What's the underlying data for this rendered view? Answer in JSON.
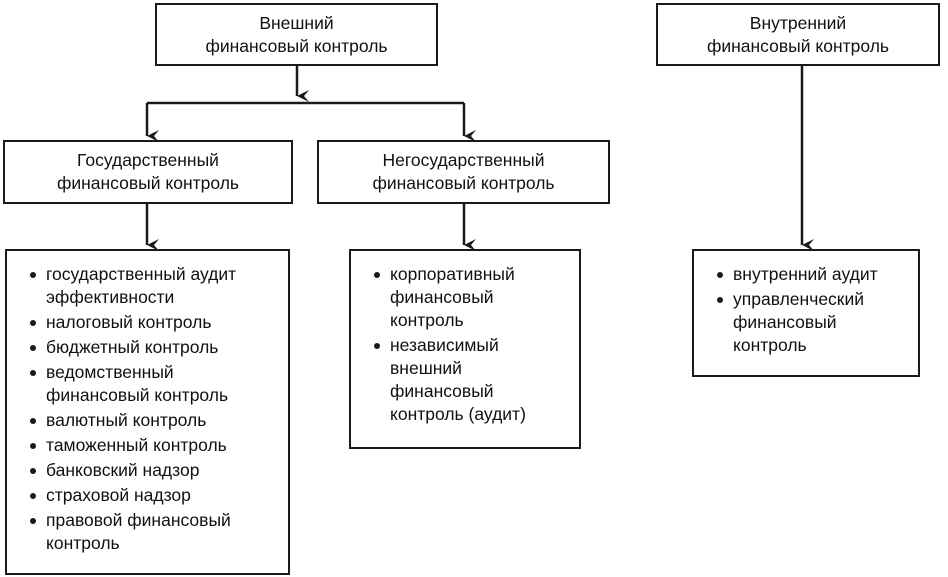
{
  "external": {
    "line1": "Внешний",
    "line2": "финансовый контроль"
  },
  "internal": {
    "line1": "Внутренний",
    "line2": "финансовый контроль"
  },
  "state": {
    "line1": "Государственный",
    "line2": "финансовый контроль"
  },
  "nonstate": {
    "line1": "Негосударственный",
    "line2": "финансовый контроль"
  },
  "state_list": [
    [
      "государственный аудит",
      "эффективности"
    ],
    [
      "налоговый контроль"
    ],
    [
      "бюджетный контроль"
    ],
    [
      "ведомственный",
      "финансовый контроль"
    ],
    [
      "валютный контроль"
    ],
    [
      "таможенный контроль"
    ],
    [
      "банковский надзор"
    ],
    [
      "страховой надзор"
    ],
    [
      "правовой финансовый",
      "контроль"
    ]
  ],
  "nonstate_list": [
    [
      "корпоративный",
      "финансовый",
      "контроль"
    ],
    [
      "независимый",
      "внешний",
      "финансовый",
      "контроль (аудит)"
    ]
  ],
  "internal_list": [
    [
      "внутренний аудит"
    ],
    [
      "управленческий",
      "финансовый",
      "контроль"
    ]
  ]
}
